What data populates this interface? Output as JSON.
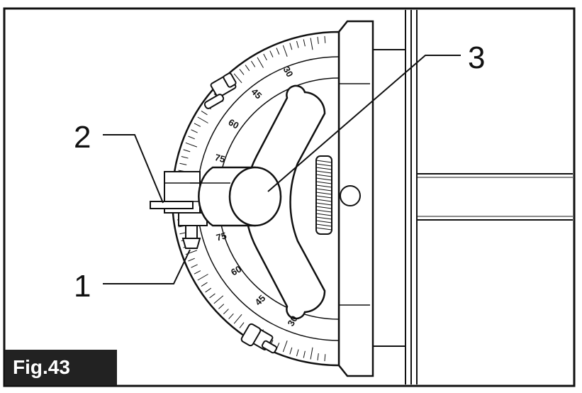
{
  "figure": {
    "label": "Fig.43",
    "callouts": [
      {
        "id": "1",
        "text": "1"
      },
      {
        "id": "2",
        "text": "2"
      },
      {
        "id": "3",
        "text": "3"
      }
    ],
    "scale_top": [
      "30",
      "45",
      "60",
      "75"
    ],
    "scale_bottom": [
      "75",
      "60",
      "45",
      "30"
    ],
    "colors": {
      "line": "#111111",
      "label_bg": "#222222",
      "label_text": "#ffffff"
    }
  }
}
